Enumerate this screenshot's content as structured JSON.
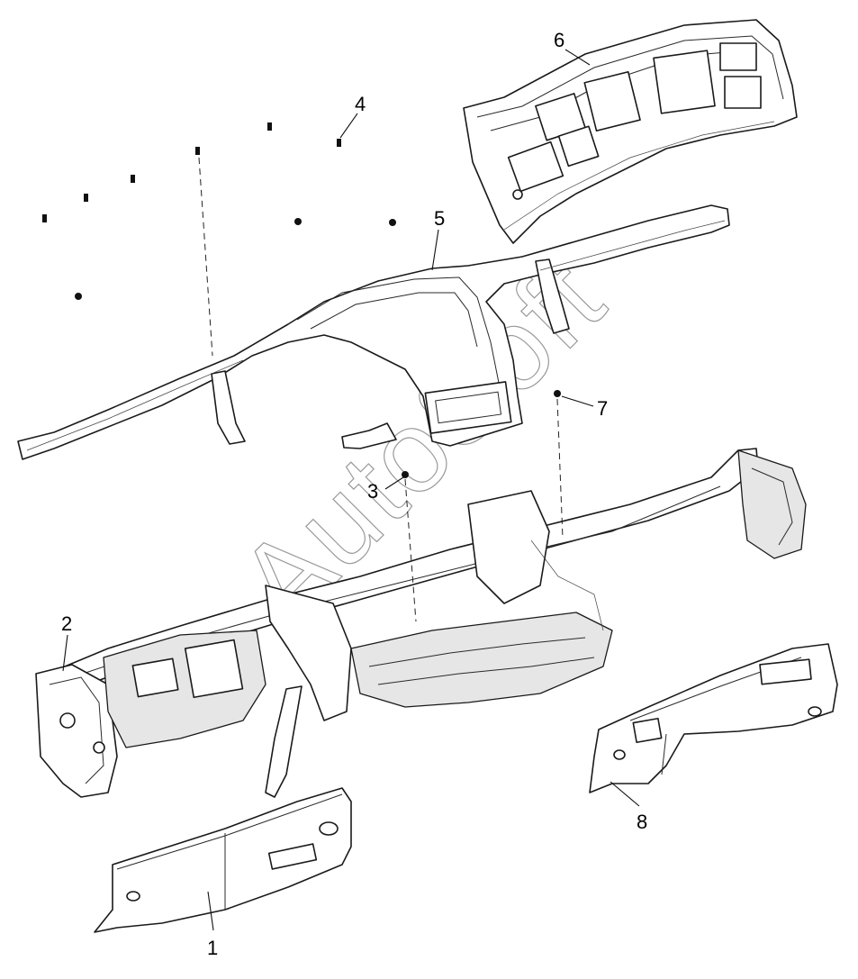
{
  "watermark": "AutoSoft",
  "callouts": [
    {
      "id": "callout-1",
      "label": "1"
    },
    {
      "id": "callout-2",
      "label": "2"
    },
    {
      "id": "callout-3",
      "label": "3"
    },
    {
      "id": "callout-4",
      "label": "4"
    },
    {
      "id": "callout-5",
      "label": "5"
    },
    {
      "id": "callout-6",
      "label": "6"
    },
    {
      "id": "callout-7",
      "label": "7"
    },
    {
      "id": "callout-8",
      "label": "8"
    }
  ]
}
